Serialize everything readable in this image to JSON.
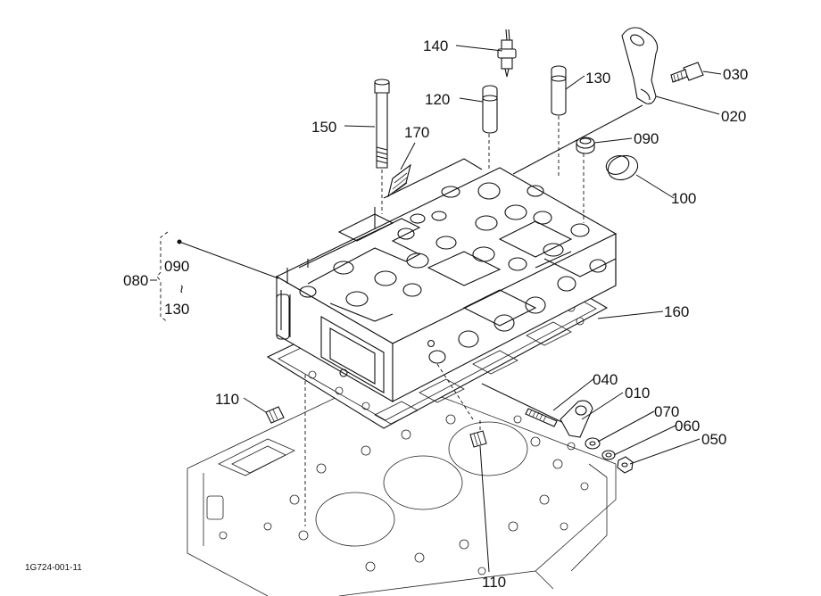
{
  "labels": {
    "p010": "010",
    "p020": "020",
    "p030": "030",
    "p040": "040",
    "p050": "050",
    "p060": "060",
    "p070": "070",
    "p080": "080",
    "p090": "090",
    "p090_range": "090",
    "p100": "100",
    "p110_left": "110",
    "p110_bottom": "110",
    "p120": "120",
    "p130": "130",
    "p130_range": "130",
    "p140": "140",
    "p150": "150",
    "p160": "160",
    "p170": "170",
    "range_tilde": "~"
  },
  "drawing_code": "1G724-001-11"
}
